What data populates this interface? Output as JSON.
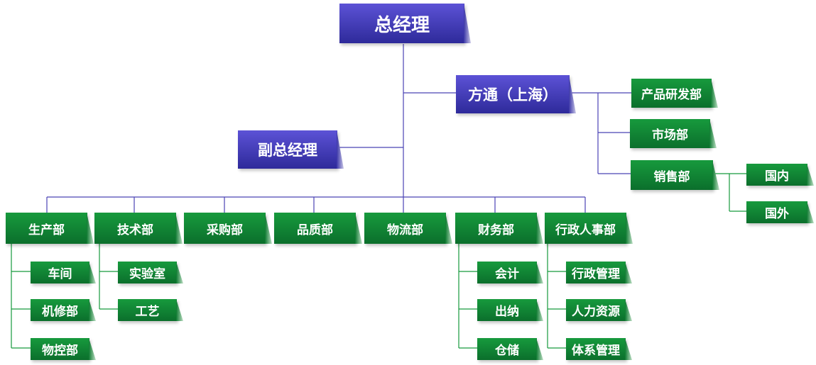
{
  "chart": {
    "gm": "总经理",
    "fangtong": "方通（上海）",
    "vice": "副总经理",
    "ft_depts": {
      "rd": "产品研发部",
      "market": "市场部",
      "sales": "销售部"
    },
    "sales_sub": {
      "domestic": "国内",
      "overseas": "国外"
    },
    "depts": {
      "production": "生产部",
      "tech": "技术部",
      "purchase": "采购部",
      "quality": "品质部",
      "logistics": "物流部",
      "finance": "财务部",
      "admin_hr": "行政人事部"
    },
    "production_sub": {
      "workshop": "车间",
      "repair": "机修部",
      "material_ctrl": "物控部"
    },
    "tech_sub": {
      "lab": "实验室",
      "process": "工艺"
    },
    "finance_sub": {
      "accounting": "会计",
      "cashier": "出纳",
      "warehouse": "仓储"
    },
    "admin_sub": {
      "admin_mgmt": "行政管理",
      "hr": "人力资源",
      "system_mgmt": "体系管理"
    }
  },
  "colors": {
    "purple_top": "#5c52d6",
    "purple_bottom": "#2e2a9a",
    "green_top": "#179a3d",
    "green_bottom": "#0b6f2c",
    "line_purple": "#4b43b5",
    "line_green": "#169a3c"
  }
}
